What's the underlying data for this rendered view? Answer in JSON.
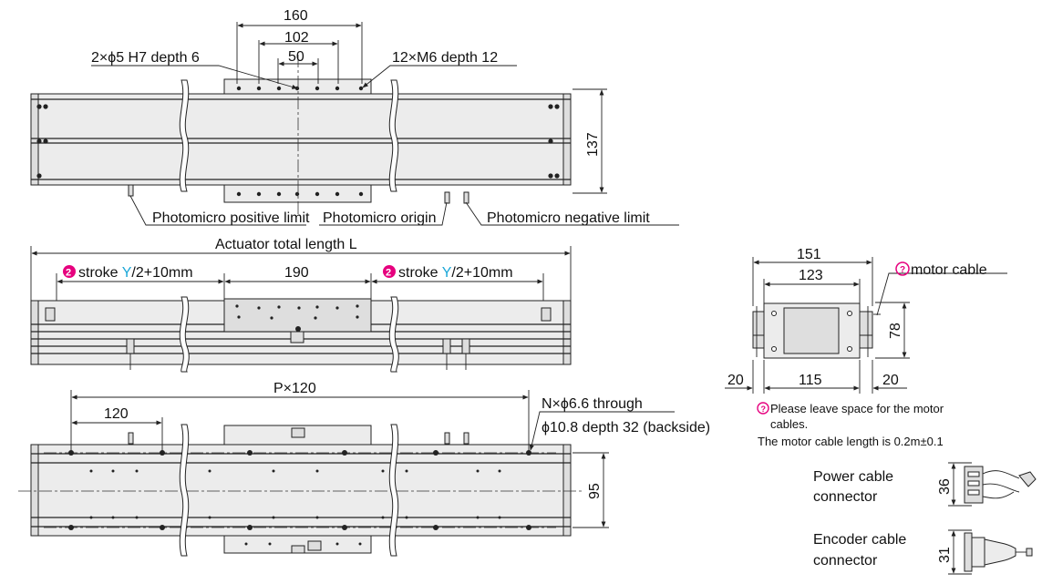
{
  "top_view": {
    "dim_160": "160",
    "dim_102": "102",
    "dim_50": "50",
    "dim_137": "137",
    "label_holes": "2×ϕ5 H7 depth 6",
    "label_taps": "12×M6 depth 12",
    "label_pos_limit": "Photomicro positive limit",
    "label_origin": "Photomicro origin",
    "label_neg_limit": "Photomicro negative limit"
  },
  "side_view": {
    "total_length": "Actuator total length L",
    "marker": "2",
    "stroke_prefix": "stroke ",
    "stroke_var": "Y",
    "stroke_suffix": "/2+10mm",
    "dim_190": "190"
  },
  "bottom_view": {
    "dim_pitch": "P×120",
    "dim_120": "120",
    "dim_95": "95",
    "label_through_1": "N×ϕ6.6 through",
    "label_through_2": "ϕ10.8 depth 32 (backside)"
  },
  "end_view": {
    "dim_151": "151",
    "dim_123": "123",
    "dim_78": "78",
    "dim_20_left": "20",
    "dim_115": "115",
    "dim_20_right": "20",
    "motor_cable": "motor cable"
  },
  "note": {
    "line1": "Please leave space for the motor",
    "line2": "cables.",
    "line3": "The motor cable length is 0.2m±0.1"
  },
  "connectors": {
    "power_line1": "Power cable",
    "power_line2": "connector",
    "power_dim": "36",
    "encoder_line1": "Encoder cable",
    "encoder_line2": "connector",
    "encoder_dim": "31"
  },
  "colors": {
    "marker_pink": "#e6007e",
    "stroke_blue": "#1ca7d8"
  }
}
